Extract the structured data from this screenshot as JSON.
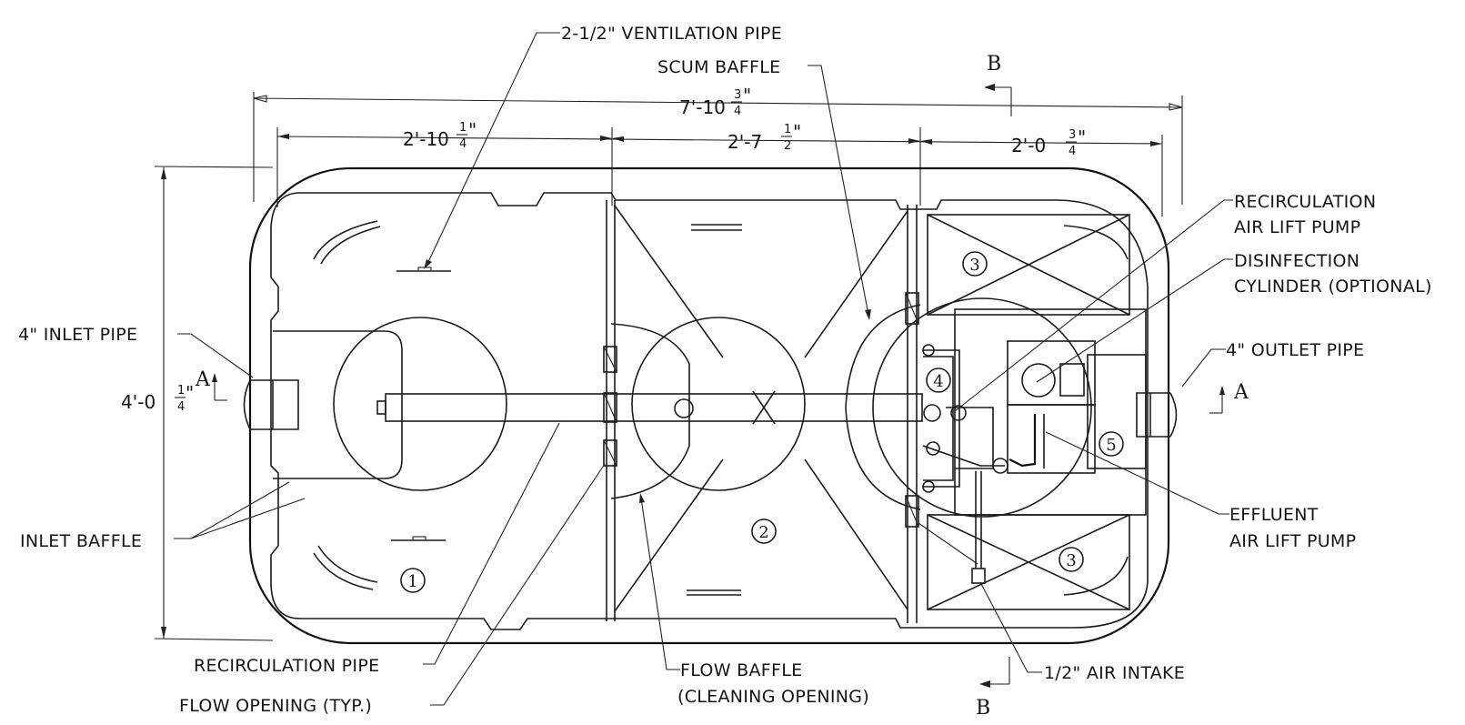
{
  "labels": {
    "ventilation_pipe": "2-1/2\" VENTILATION PIPE",
    "scum_baffle": "SCUM BAFFLE",
    "recirc_pump_1": "RECIRCULATION",
    "recirc_pump_2": "AIR LIFT PUMP",
    "disinfection_1": "DISINFECTION",
    "disinfection_2": "CYLINDER (OPTIONAL)",
    "inlet_pipe": "4\" INLET PIPE",
    "outlet_pipe": "4\" OUTLET PIPE",
    "inlet_baffle": "INLET BAFFLE",
    "effluent_pump_1": "EFFLUENT",
    "effluent_pump_2": "AIR LIFT PUMP",
    "recirc_pipe": "RECIRCULATION PIPE",
    "flow_opening": "FLOW OPENING (TYP.)",
    "flow_baffle_1": "FLOW BAFFLE",
    "flow_baffle_2": "(CLEANING OPENING)",
    "air_intake": "1/2\" AIR INTAKE"
  },
  "dimensions": {
    "overall_width": {
      "whole": "7'-10",
      "num": "3",
      "den": "4",
      "unit": "\""
    },
    "chamber_1": {
      "whole": "2'-10",
      "num": "1",
      "den": "4",
      "unit": "\""
    },
    "chamber_2": {
      "whole": "2'-7",
      "num": "1",
      "den": "2",
      "unit": "\""
    },
    "chamber_3": {
      "whole": "2'-0",
      "num": "3",
      "den": "4",
      "unit": "\""
    },
    "height": {
      "whole": "4'-0",
      "num": "1",
      "den": "4",
      "unit": "\""
    }
  },
  "section_markers": {
    "section_a": "A",
    "section_b": "B"
  },
  "compartments": [
    "1",
    "2",
    "3",
    "3",
    "4",
    "5"
  ]
}
